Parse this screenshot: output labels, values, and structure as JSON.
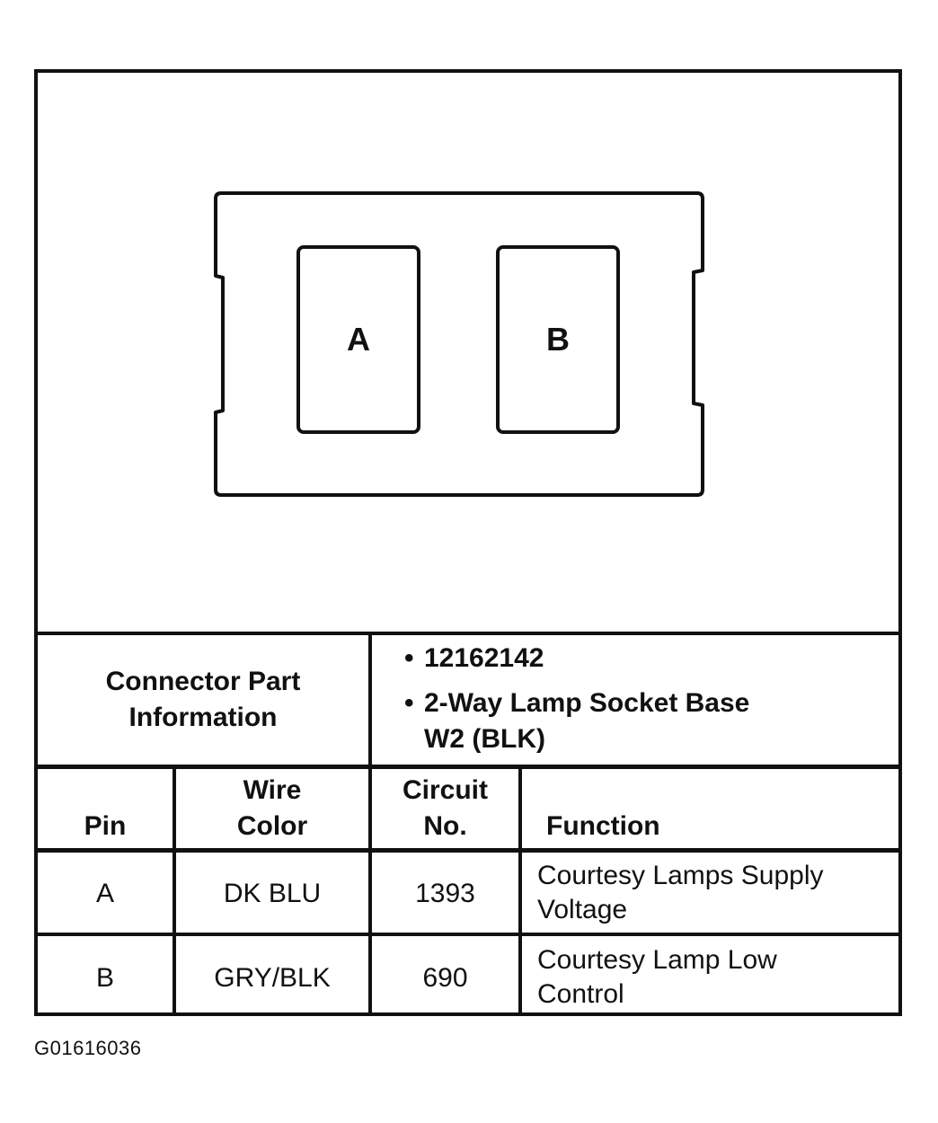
{
  "connector": {
    "pins": [
      {
        "label": "A"
      },
      {
        "label": "B"
      }
    ]
  },
  "part_info": {
    "label_line1": "Connector Part",
    "label_line2": "Information",
    "bullets": [
      {
        "line1": "12162142",
        "line2": ""
      },
      {
        "line1": "2-Way Lamp Socket Base",
        "line2": "W2 (BLK)"
      }
    ],
    "bullet_symbol": "•"
  },
  "table": {
    "headers": {
      "pin": "Pin",
      "wire_color_line1": "Wire",
      "wire_color_line2": "Color",
      "circuit_line1": "Circuit",
      "circuit_line2": "No.",
      "function": "Function"
    },
    "rows": [
      {
        "pin": "A",
        "wire_color": "DK BLU",
        "circuit": "1393",
        "function_line1": "Courtesy Lamps Supply",
        "function_line2": "Voltage"
      },
      {
        "pin": "B",
        "wire_color": "GRY/BLK",
        "circuit": "690",
        "function_line1": "Courtesy Lamp Low",
        "function_line2": "Control"
      }
    ]
  },
  "figure_id": "G01616036"
}
